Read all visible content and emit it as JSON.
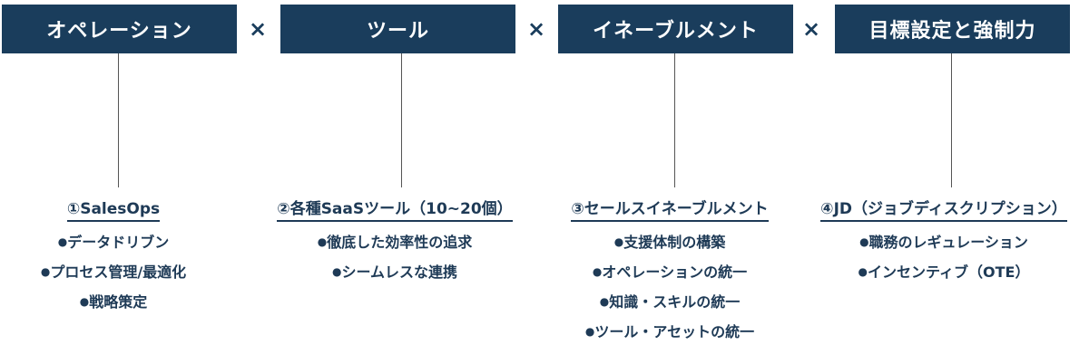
{
  "operator": "×",
  "headers": [
    {
      "label": "オペレーション"
    },
    {
      "label": "ツール"
    },
    {
      "label": "イネーブルメント"
    },
    {
      "label": "目標設定と強制力"
    }
  ],
  "columns": [
    {
      "title": "①SalesOps",
      "items": [
        "データドリブン",
        "プロセス管理/最適化",
        "戦略策定"
      ]
    },
    {
      "title": "②各種SaaSツール（10~20個）",
      "items": [
        "徹底した効率性の追求",
        "シームレスな連携"
      ]
    },
    {
      "title": "③セールスイネーブルメント",
      "items": [
        "支援体制の構築",
        "オペレーションの統一",
        "知識・スキルの統一",
        "ツール・アセットの統一"
      ]
    },
    {
      "title": "④JD（ジョブディスクリプション）",
      "items": [
        "職務のレギュレーション",
        "インセンティブ（OTE）"
      ]
    }
  ],
  "colors": {
    "header_bg": "#1a3d5c",
    "header_text": "#ffffff",
    "body_text": "#1e3a56",
    "connector": "#555555"
  }
}
